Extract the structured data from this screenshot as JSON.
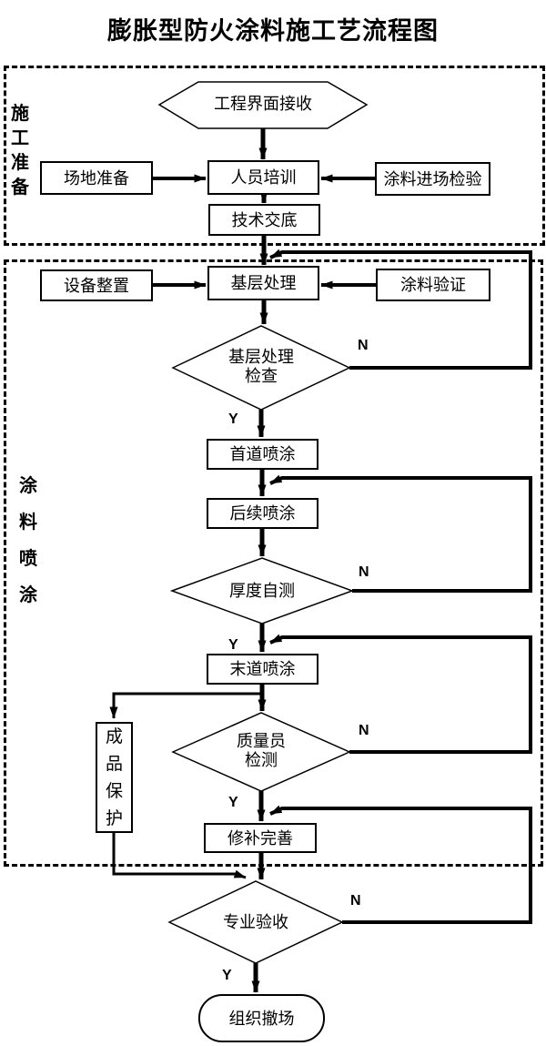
{
  "title": "膨胀型防火涂料施工艺流程图",
  "sections": {
    "prep": "施工准备",
    "spray": "涂料喷涂"
  },
  "nodes": {
    "interface_receive": "工程界面接收",
    "site_prep": "场地准备",
    "personnel_training": "人员培训",
    "coating_entry_inspection": "涂料进场检验",
    "tech_disclosure": "技术交底",
    "equipment_setup": "设备整置",
    "base_treatment": "基层处理",
    "coating_verification": "涂料验证",
    "base_check": {
      "line1": "基层处理",
      "line2": "检查"
    },
    "first_spray": "首道喷涂",
    "follow_spray": "后续喷涂",
    "thickness_self_check": "厚度自测",
    "final_spray": "末道喷涂",
    "qc_inspection": {
      "line1": "质量员",
      "line2": "检测"
    },
    "finished_protection": "成品保护",
    "repair_improve": "修补完善",
    "professional_acceptance": "专业验收",
    "demobilization": "组织撤场"
  },
  "decisions": {
    "yes": "Y",
    "no": "N"
  },
  "colors": {
    "line": "#000000",
    "background": "#ffffff"
  }
}
